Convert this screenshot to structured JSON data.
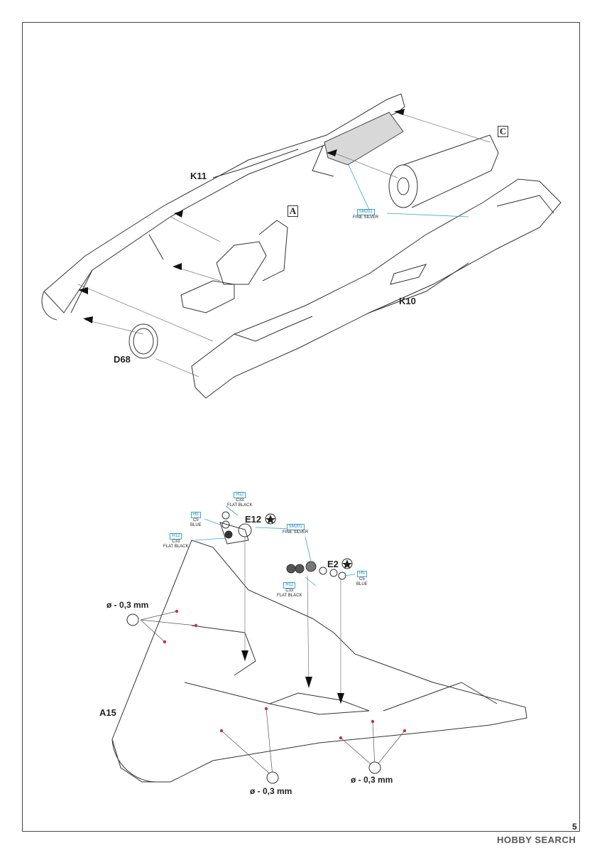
{
  "upper": {
    "part_k11": "K11",
    "part_k10": "K10",
    "part_d68": "D68",
    "sub_a": "A",
    "sub_c": "C",
    "paint_main": {
      "code": "SM201",
      "name": "FINE SILVER"
    }
  },
  "lower": {
    "part_a15": "A15",
    "part_e12": "E12",
    "part_e2": "E2",
    "drill_label": "ø - 0,3 mm",
    "paints": [
      {
        "code": "H12",
        "ref": "C33",
        "name": "FLAT BLACK"
      },
      {
        "code": "H5",
        "ref": "C5",
        "name": "BLUE"
      },
      {
        "code": "SM201",
        "ref": "",
        "name": "FINE SILVER"
      },
      {
        "code": "H12",
        "ref": "C33",
        "name": "FLAT BLACK"
      },
      {
        "code": "H5",
        "ref": "C5",
        "name": "BLUE"
      },
      {
        "code": "H12",
        "ref": "C33",
        "name": "FLAT BLACK"
      }
    ]
  },
  "page_number": "5",
  "watermark": "HOBBY SEARCH"
}
